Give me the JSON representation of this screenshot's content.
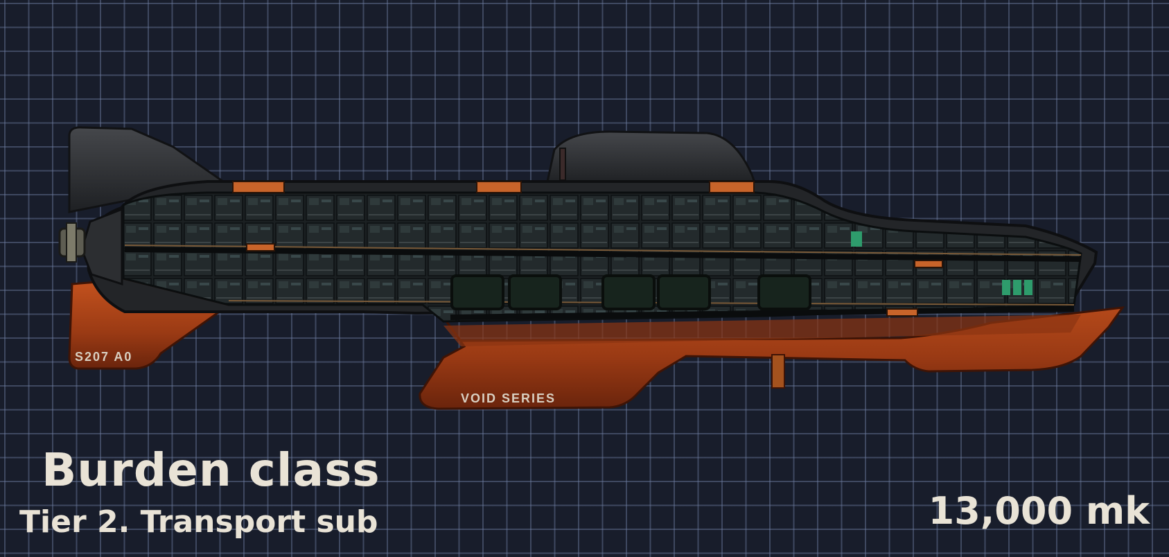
{
  "submarine": {
    "hull_marking": "S207 A0",
    "series_marking": "VOID SERIES",
    "colors": {
      "hull_dark": "#26282c",
      "hull_mid": "#3a3c40",
      "rust": "#b2461a",
      "rust_dark": "#6a240c",
      "interior": "#14191a",
      "light_orange": "#ce6a24"
    }
  },
  "caption": {
    "title": "Burden class",
    "subtitle": "Tier 2. Transport sub",
    "price": "13,000 mk"
  },
  "colors": {
    "background": "#181d2b",
    "grid": "#5e6b8a",
    "text": "#e9e3d6"
  }
}
